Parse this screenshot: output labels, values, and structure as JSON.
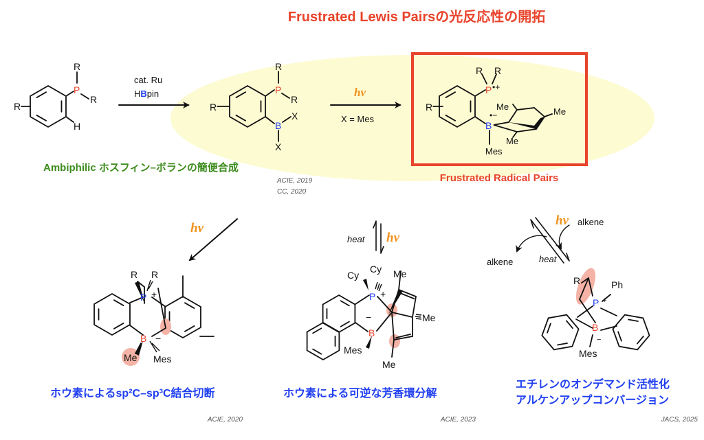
{
  "title": "Frustrated Lewis Pairsの光反応性の開拓",
  "colors": {
    "title_red": "#e8442c",
    "green": "#3d8c1e",
    "blue": "#1f3ff0",
    "orange": "#f0921e",
    "highlight": "#f4b3a6",
    "ellipse": "#fdfbd2",
    "P": "#e8442c",
    "B": "#1f3ff0"
  },
  "top": {
    "mol1": {
      "R": "R",
      "P": "P",
      "H": "H"
    },
    "step1": {
      "reagent1": "cat. Ru",
      "reagent2_h": "H",
      "reagent2_b": "B",
      "reagent2_pin": "pin"
    },
    "mol2": {
      "P": "P",
      "B": "B",
      "R": "R",
      "X": "X"
    },
    "step2": {
      "light": "hν",
      "condition": "X = Mes"
    },
    "mol3": {
      "P": "P",
      "B": "B",
      "R": "R",
      "Me": "Me",
      "Mes": "Mes",
      "radical_cation": "•+",
      "radical_anion": "•−"
    },
    "caption_left": "Ambiphilic ホスフィン–ボランの簡便合成",
    "refs_left": [
      "ACIE, 2019",
      "CC, 2020"
    ],
    "caption_right": "Frustrated Radical Pairs"
  },
  "bottom": {
    "left": {
      "light": "hν",
      "R": "R",
      "P": "P",
      "B": "B",
      "Me": "Me",
      "Mes": "Mes",
      "plus": "+",
      "minus": "−",
      "caption": "ホウ素によるsp²C–sp³C結合切断",
      "ref": "ACIE, 2020"
    },
    "middle": {
      "heat": "heat",
      "light": "hν",
      "Cy": "Cy",
      "P": "P",
      "B": "B",
      "Me": "Me",
      "Mes": "Mes",
      "plus": "+",
      "minus": "−",
      "caption": "ホウ素による可逆な芳香環分解",
      "ref": "ACIE, 2023"
    },
    "right": {
      "light": "hν",
      "alkene": "alkene",
      "heat": "heat",
      "R": "R",
      "Ph": "Ph",
      "P": "P",
      "B": "B",
      "Mes": "Mes",
      "plus": "+",
      "minus": "−",
      "caption_line1": "エチレンのオンデマンド活性化",
      "caption_line2": "アルケンアップコンバージョン",
      "ref": "JACS, 2025"
    }
  }
}
